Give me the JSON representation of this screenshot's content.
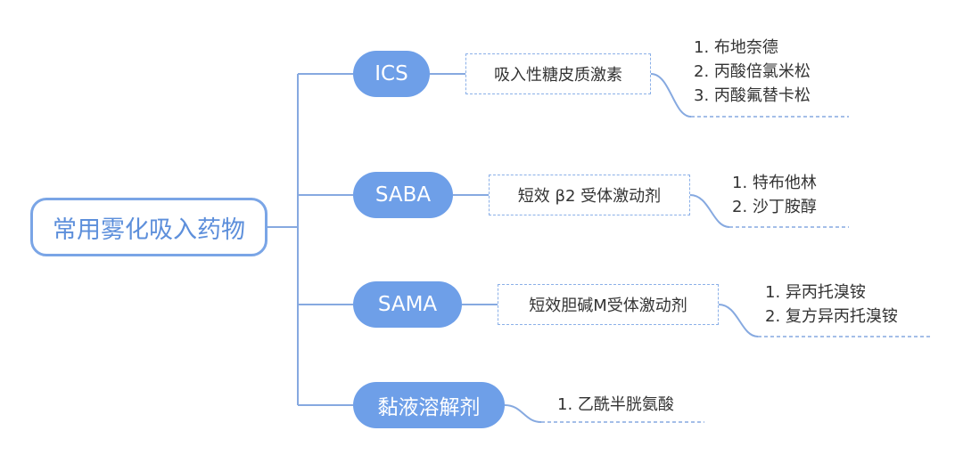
{
  "root": {
    "label": "常用雾化吸入药物"
  },
  "branches": [
    {
      "label": "ICS",
      "description": "吸入性糖皮质激素",
      "drugs": [
        "1. 布地奈德",
        "2. 丙酸倍氯米松",
        "3. 丙酸氟替卡松"
      ]
    },
    {
      "label": "SABA",
      "description": "短效 β2 受体激动剂",
      "drugs": [
        "1. 特布他林",
        "2. 沙丁胺醇"
      ]
    },
    {
      "label": "SAMA",
      "description": "短效胆碱M受体激动剂",
      "drugs": [
        "1. 异丙托溴铵",
        "2. 复方异丙托溴铵"
      ]
    },
    {
      "label": "黏液溶解剂",
      "drugs": [
        "1. 乙酰半胱氨酸"
      ]
    }
  ],
  "colors": {
    "line": "#86a9e0",
    "branch_fill": "#6e9fe8",
    "root_border": "#7aa5e6",
    "root_text": "#5d8fdb"
  }
}
